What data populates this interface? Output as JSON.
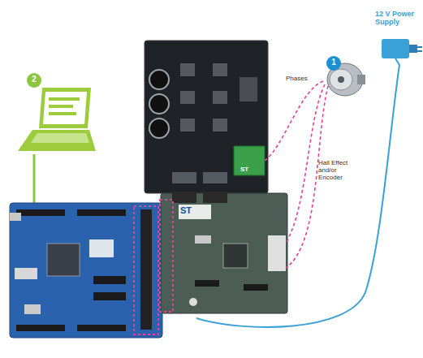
{
  "diagram": {
    "labels": [
      "12 V Power Supply",
      "1",
      "Phases",
      "Hall Effect and/or Encoder",
      "2",
      "ST",
      "ST"
    ]
  }
}
